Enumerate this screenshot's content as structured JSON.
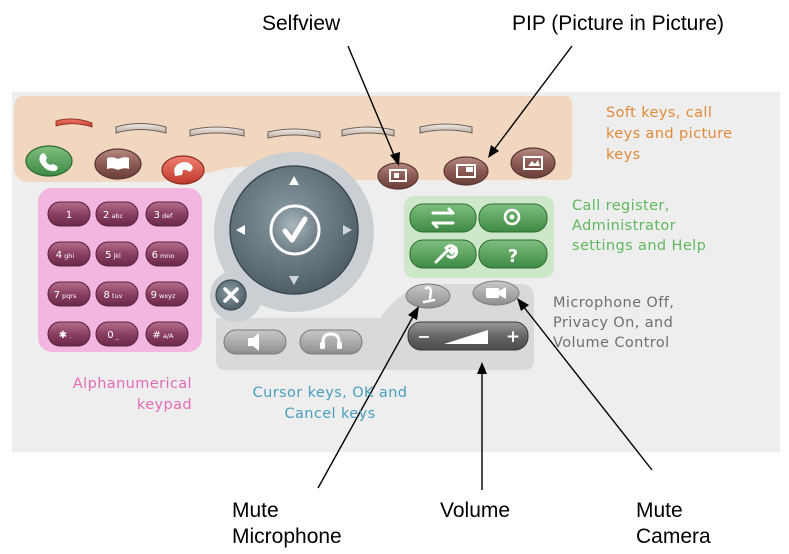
{
  "callouts": {
    "selfview": "Selfview",
    "pip": "PIP (Picture in Picture)",
    "mute_microphone": [
      "Mute",
      "Microphone"
    ],
    "volume": "Volume",
    "mute_camera": [
      "Mute",
      "Camera"
    ]
  },
  "captions": {
    "soft_keys": [
      "Soft keys, call",
      "keys and picture",
      "keys"
    ],
    "call_register": [
      "Call register,",
      "Administrator",
      "settings and Help"
    ],
    "microphone": [
      "Microphone Off,",
      "Privacy On, and",
      "Volume Control"
    ],
    "alphanumeric": [
      "Alphanumerical",
      "keypad"
    ],
    "cursor": [
      "Cursor keys, OK and",
      "Cancel keys"
    ]
  },
  "keypad": [
    {
      "digit": "1",
      "letters": ""
    },
    {
      "digit": "2",
      "letters": "abc"
    },
    {
      "digit": "3",
      "letters": "def"
    },
    {
      "digit": "4",
      "letters": "ghi"
    },
    {
      "digit": "5",
      "letters": "jkl"
    },
    {
      "digit": "6",
      "letters": "mno"
    },
    {
      "digit": "7",
      "letters": "pqrs"
    },
    {
      "digit": "8",
      "letters": "tuv"
    },
    {
      "digit": "9",
      "letters": "wxyz"
    },
    {
      "digit": "✱",
      "letters": "."
    },
    {
      "digit": "0",
      "letters": "_"
    },
    {
      "digit": "#",
      "letters": "a/A"
    }
  ],
  "volume_control": {
    "minus": "−",
    "plus": "+"
  },
  "colors": {
    "panel_bg": "#eeeeee",
    "soft_keys_band": "#f2d7c0",
    "keypad_band": "#f3b6e0",
    "call_register_band": "#cde8c8",
    "bottom_band": "#d9d9d9",
    "orange_text": "#e08a3a",
    "green_text": "#5fb85f",
    "gray_text": "#707070",
    "pink_text": "#e46bb8",
    "blue_text": "#4a9fbd"
  },
  "icons": [
    "call-icon",
    "phonebook-icon",
    "hang-up-icon",
    "selfview-icon",
    "pip-icon",
    "presentation-icon",
    "arrow-up-icon",
    "arrow-down-icon",
    "arrow-left-icon",
    "arrow-right-icon",
    "ok-check-icon",
    "cancel-x-icon",
    "swap-icon",
    "settings-icon",
    "wrench-icon",
    "help-icon",
    "microphone-off-icon",
    "camera-icon",
    "speaker-icon",
    "headset-icon"
  ]
}
